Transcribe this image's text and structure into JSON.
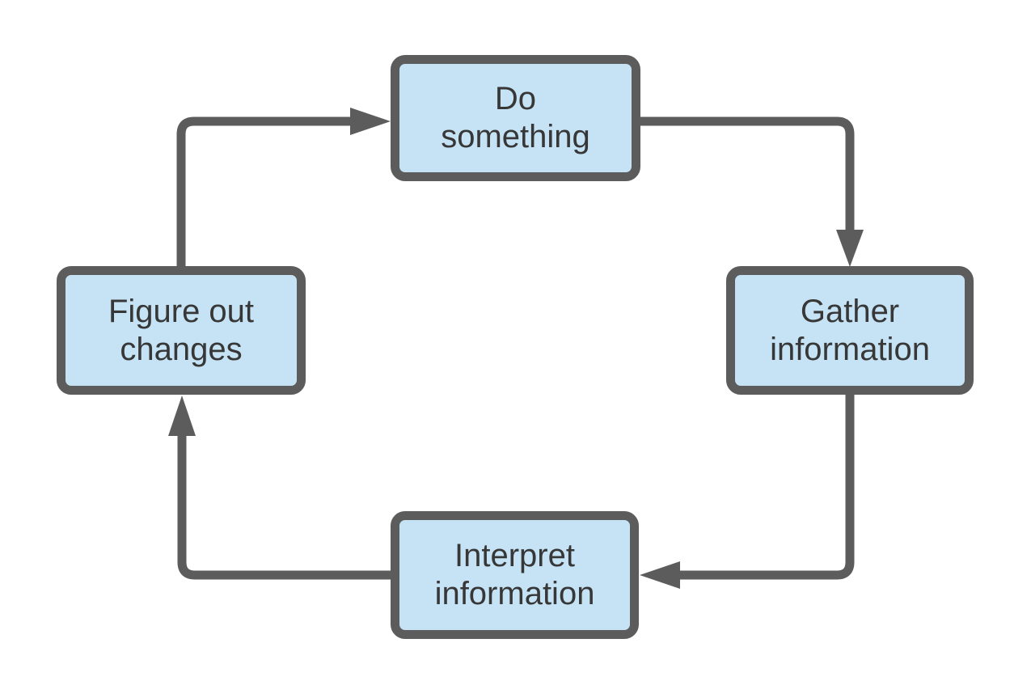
{
  "diagram": {
    "title": "feedback-loop-cycle",
    "background_color": "#ffffff",
    "node_fill_color": "#c5e3f5",
    "node_border_color": "#5c5c5c",
    "connector_color": "#5c5c5c",
    "text_color": "#373737",
    "nodes": [
      {
        "id": "do-something",
        "label": "Do\nsomething",
        "position": "top"
      },
      {
        "id": "gather-information",
        "label": "Gather\ninformation",
        "position": "right"
      },
      {
        "id": "interpret-information",
        "label": "Interpret\ninformation",
        "position": "bottom"
      },
      {
        "id": "figure-out-changes",
        "label": "Figure out\nchanges",
        "position": "left"
      }
    ],
    "edges": [
      {
        "from": "figure-out-changes",
        "to": "do-something",
        "style": "elbow-arrow"
      },
      {
        "from": "do-something",
        "to": "gather-information",
        "style": "elbow-arrow"
      },
      {
        "from": "gather-information",
        "to": "interpret-information",
        "style": "elbow-arrow"
      },
      {
        "from": "interpret-information",
        "to": "figure-out-changes",
        "style": "elbow-arrow"
      }
    ]
  }
}
